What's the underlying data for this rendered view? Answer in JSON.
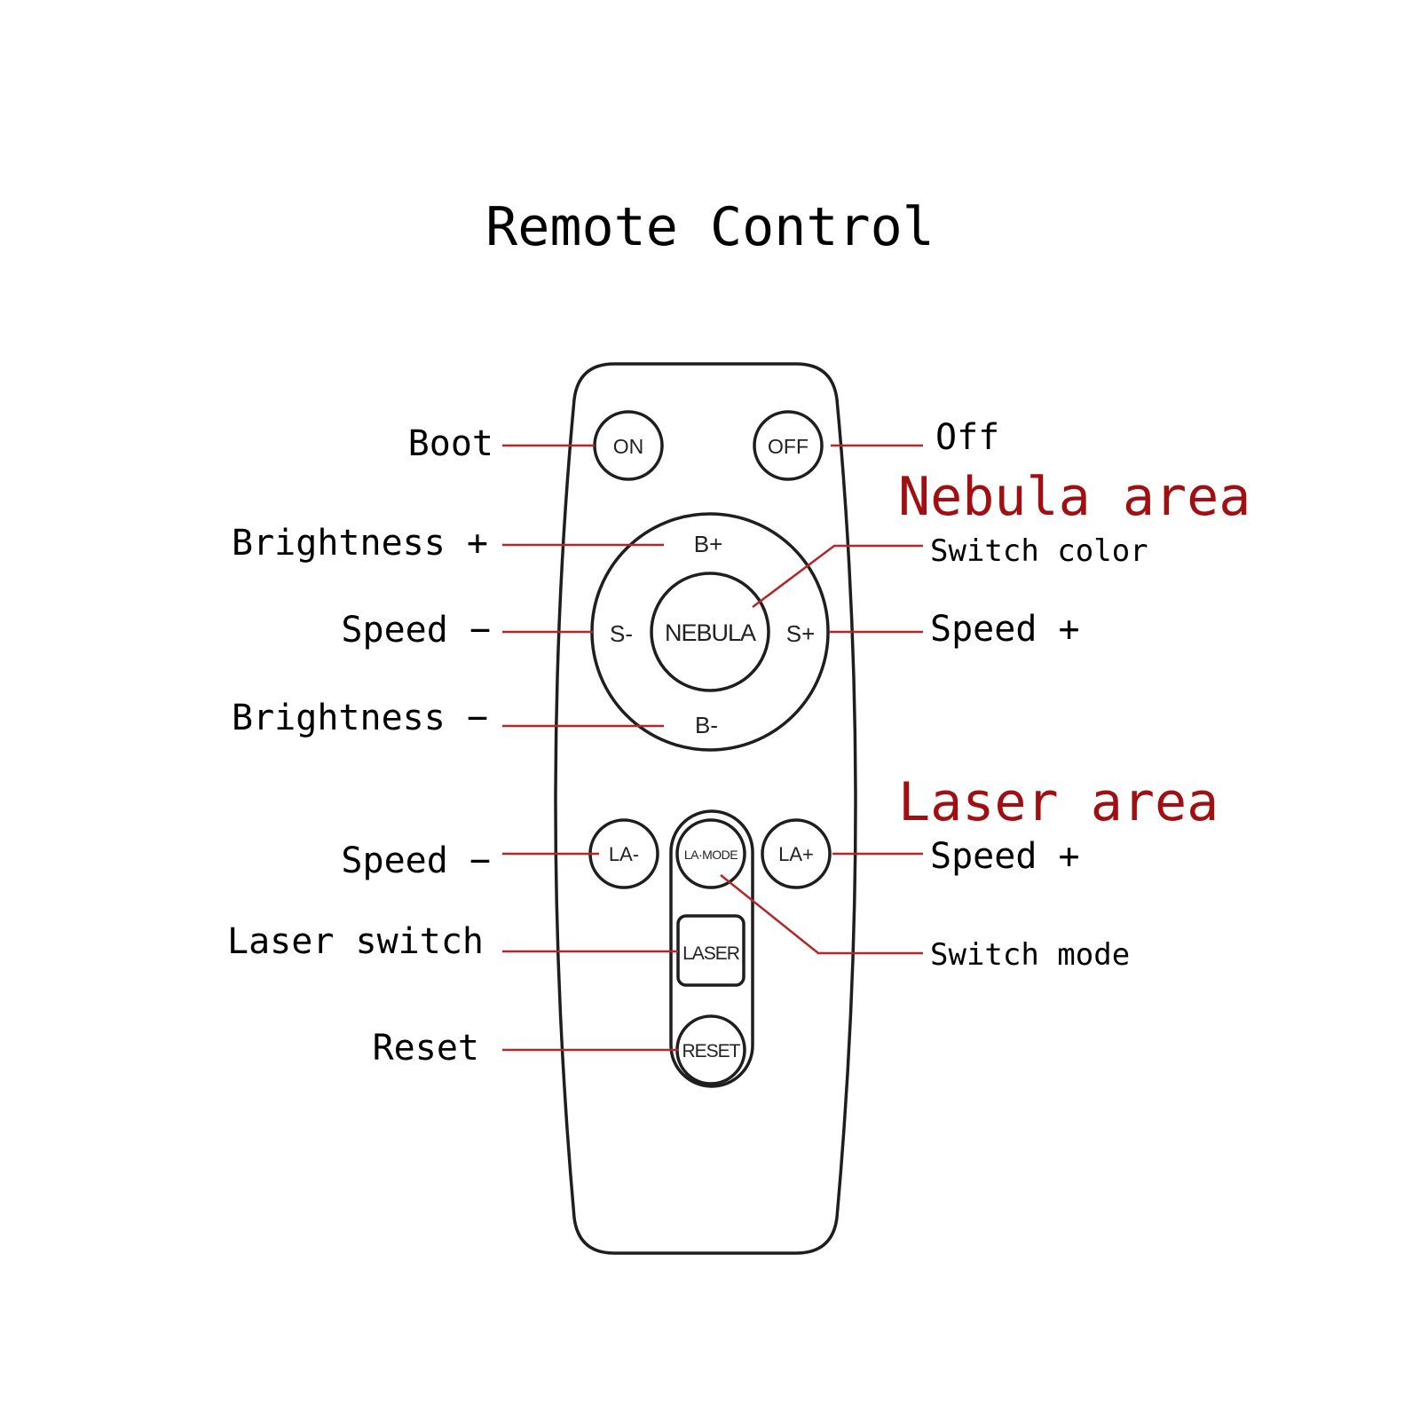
{
  "title": "Remote Control",
  "colors": {
    "leader": "#b3262a",
    "area_heading": "#a00f12",
    "outline": "#1e1e1e"
  },
  "areas": {
    "nebula": "Nebula area",
    "laser": "Laser area"
  },
  "buttons": {
    "on": "ON",
    "off": "OFF",
    "b_plus": "B+",
    "b_minus": "B-",
    "s_minus": "S-",
    "s_plus": "S+",
    "nebula": "NEBULA",
    "la_minus": "LA-",
    "la_plus": "LA+",
    "la_mode": "LA·MODE",
    "laser": "LASER",
    "reset": "RESET"
  },
  "labels": {
    "boot": "Boot",
    "off": "Off",
    "brightness_plus": "Brightness +",
    "brightness_minus": "Brightness −",
    "speed_minus": "Speed −",
    "speed_plus": "Speed +",
    "switch_color": "Switch color",
    "laser_speed_minus": "Speed −",
    "laser_speed_plus": "Speed +",
    "laser_switch": "Laser switch",
    "switch_mode": "Switch mode",
    "reset": "Reset"
  }
}
